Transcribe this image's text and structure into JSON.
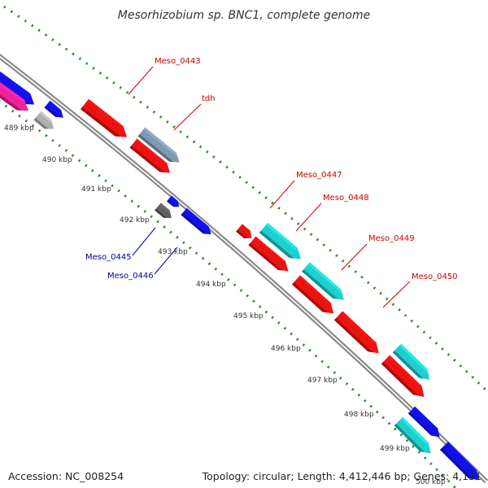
{
  "title": "Mesorhizobium sp. BNC1, complete genome",
  "accession": "Accession: NC_008254",
  "summary": "Topology: circular; Length: 4,412,446 bp; Genes: 4,131",
  "colors": {
    "backbone": "#8c8c8c",
    "dotted_guides": "#2e8b2e",
    "red": "#ee1111",
    "blue": "#1111ee",
    "cyan": "#1ecfcf",
    "pink": "#ee2299",
    "grey": "#b0b0b0",
    "dark_grey": "#606060",
    "steel": "#7f99b2",
    "label_red": "#cc0000",
    "label_blue": "#000099"
  },
  "ticks": [
    "489 kbp",
    "490 kbp",
    "491 kbp",
    "492 kbp",
    "493 kbp",
    "494 kbp",
    "495 kbp",
    "496 kbp",
    "497 kbp",
    "498 kbp",
    "499 kbp",
    "500 kbp"
  ],
  "gene_labels": [
    {
      "name": "Meso_0443",
      "color": "label_red"
    },
    {
      "name": "tdh",
      "color": "label_red"
    },
    {
      "name": "Meso_0447",
      "color": "label_red"
    },
    {
      "name": "Meso_0448",
      "color": "label_red"
    },
    {
      "name": "Meso_0449",
      "color": "label_red"
    },
    {
      "name": "Meso_0450",
      "color": "label_red"
    },
    {
      "name": "Meso_0445",
      "color": "label_blue"
    },
    {
      "name": "Meso_0446",
      "color": "label_blue"
    }
  ],
  "features": [
    {
      "name": "feature-blue",
      "color": "blue"
    },
    {
      "name": "feature-pink",
      "color": "pink"
    },
    {
      "name": "feature-blue",
      "color": "blue"
    },
    {
      "name": "feature-grey",
      "color": "grey"
    },
    {
      "name": "feature-red-meso-0443",
      "color": "red"
    },
    {
      "name": "feature-steel-tdh",
      "color": "steel"
    },
    {
      "name": "feature-red",
      "color": "red"
    },
    {
      "name": "feature-blue-meso-0445",
      "color": "blue"
    },
    {
      "name": "feature-dark-grey",
      "color": "dark_grey"
    },
    {
      "name": "feature-blue-meso-0446",
      "color": "blue"
    },
    {
      "name": "feature-red",
      "color": "red"
    },
    {
      "name": "feature-cyan-meso-0447",
      "color": "cyan"
    },
    {
      "name": "feature-red-meso-0448",
      "color": "red"
    },
    {
      "name": "feature-cyan-meso-0449",
      "color": "cyan"
    },
    {
      "name": "feature-red",
      "color": "red"
    },
    {
      "name": "feature-red",
      "color": "red"
    },
    {
      "name": "feature-cyan-meso-0450",
      "color": "cyan"
    },
    {
      "name": "feature-red",
      "color": "red"
    },
    {
      "name": "feature-blue",
      "color": "blue"
    },
    {
      "name": "feature-cyan",
      "color": "cyan"
    },
    {
      "name": "feature-blue",
      "color": "blue"
    }
  ]
}
